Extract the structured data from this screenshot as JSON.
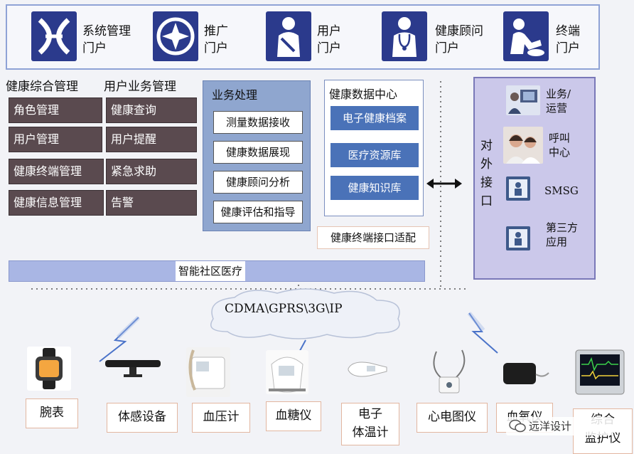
{
  "portals": [
    {
      "label1": "系统管理",
      "label2": "门户",
      "icon": "system-admin-icon"
    },
    {
      "label1": "推广",
      "label2": "门户",
      "icon": "promotion-icon"
    },
    {
      "label1": "用户",
      "label2": "门户",
      "icon": "user-icon"
    },
    {
      "label1": "健康顾问",
      "label2": "门户",
      "icon": "doctor-icon"
    },
    {
      "label1": "终端",
      "label2": "门户",
      "icon": "terminal-icon"
    }
  ],
  "management": {
    "col1_title": "健康综合管理",
    "col2_title": "用户业务管理",
    "col1_items": [
      "角色管理",
      "用户管理",
      "健康终端管理",
      "健康信息管理"
    ],
    "col2_items": [
      "健康查询",
      "用户提醒",
      "紧急求助",
      "告警"
    ]
  },
  "business": {
    "title": "业务处理",
    "items": [
      "测量数据接收",
      "健康数据展现",
      "健康顾问分析",
      "健康评估和指导"
    ]
  },
  "data_center": {
    "title": "健康数据中心",
    "items": [
      "电子健康档案",
      "医疗资源库",
      "健康知识库"
    ]
  },
  "terminal_adapter": "健康终端接口适配",
  "external": {
    "title_chars": [
      "对",
      "外",
      "接",
      "口"
    ],
    "items": [
      {
        "line1": "业务/",
        "line2": "运营",
        "icon": "operator-icon"
      },
      {
        "line1": "呼叫",
        "line2": "中心",
        "icon": "call-center-icon"
      },
      {
        "line1": "SMSG",
        "line2": "",
        "icon": "smsg-icon"
      },
      {
        "line1": "第三方",
        "line2": "应用",
        "icon": "third-party-icon"
      }
    ]
  },
  "community": "智能社区医疗",
  "network": "CDMA\\GPRS\\3G\\IP",
  "devices": [
    {
      "line1": "腕表",
      "line2": "",
      "icon": "watch-icon"
    },
    {
      "line1": "体感设备",
      "line2": "",
      "icon": "motion-sensor-icon"
    },
    {
      "line1": "血压计",
      "line2": "",
      "icon": "blood-pressure-icon"
    },
    {
      "line1": "血糖仪",
      "line2": "",
      "icon": "glucose-meter-icon"
    },
    {
      "line1": "电子",
      "line2": "体温计",
      "icon": "thermometer-icon"
    },
    {
      "line1": "心电图仪",
      "line2": "",
      "icon": "ecg-icon"
    },
    {
      "line1": "血氧仪",
      "line2": "",
      "icon": "oximeter-icon"
    },
    {
      "line1": "综合",
      "line2": "监护仪",
      "icon": "monitor-icon"
    }
  ],
  "watermark": "远洋设计",
  "colors": {
    "portal_icon": "#2b3a8c",
    "mgmt_button": "#5a4a4f",
    "biz_panel": "#8fa6cf",
    "hdc_button": "#4a72b8",
    "ext_panel": "#cbc8ea",
    "community_bar": "#a9b6e4"
  }
}
